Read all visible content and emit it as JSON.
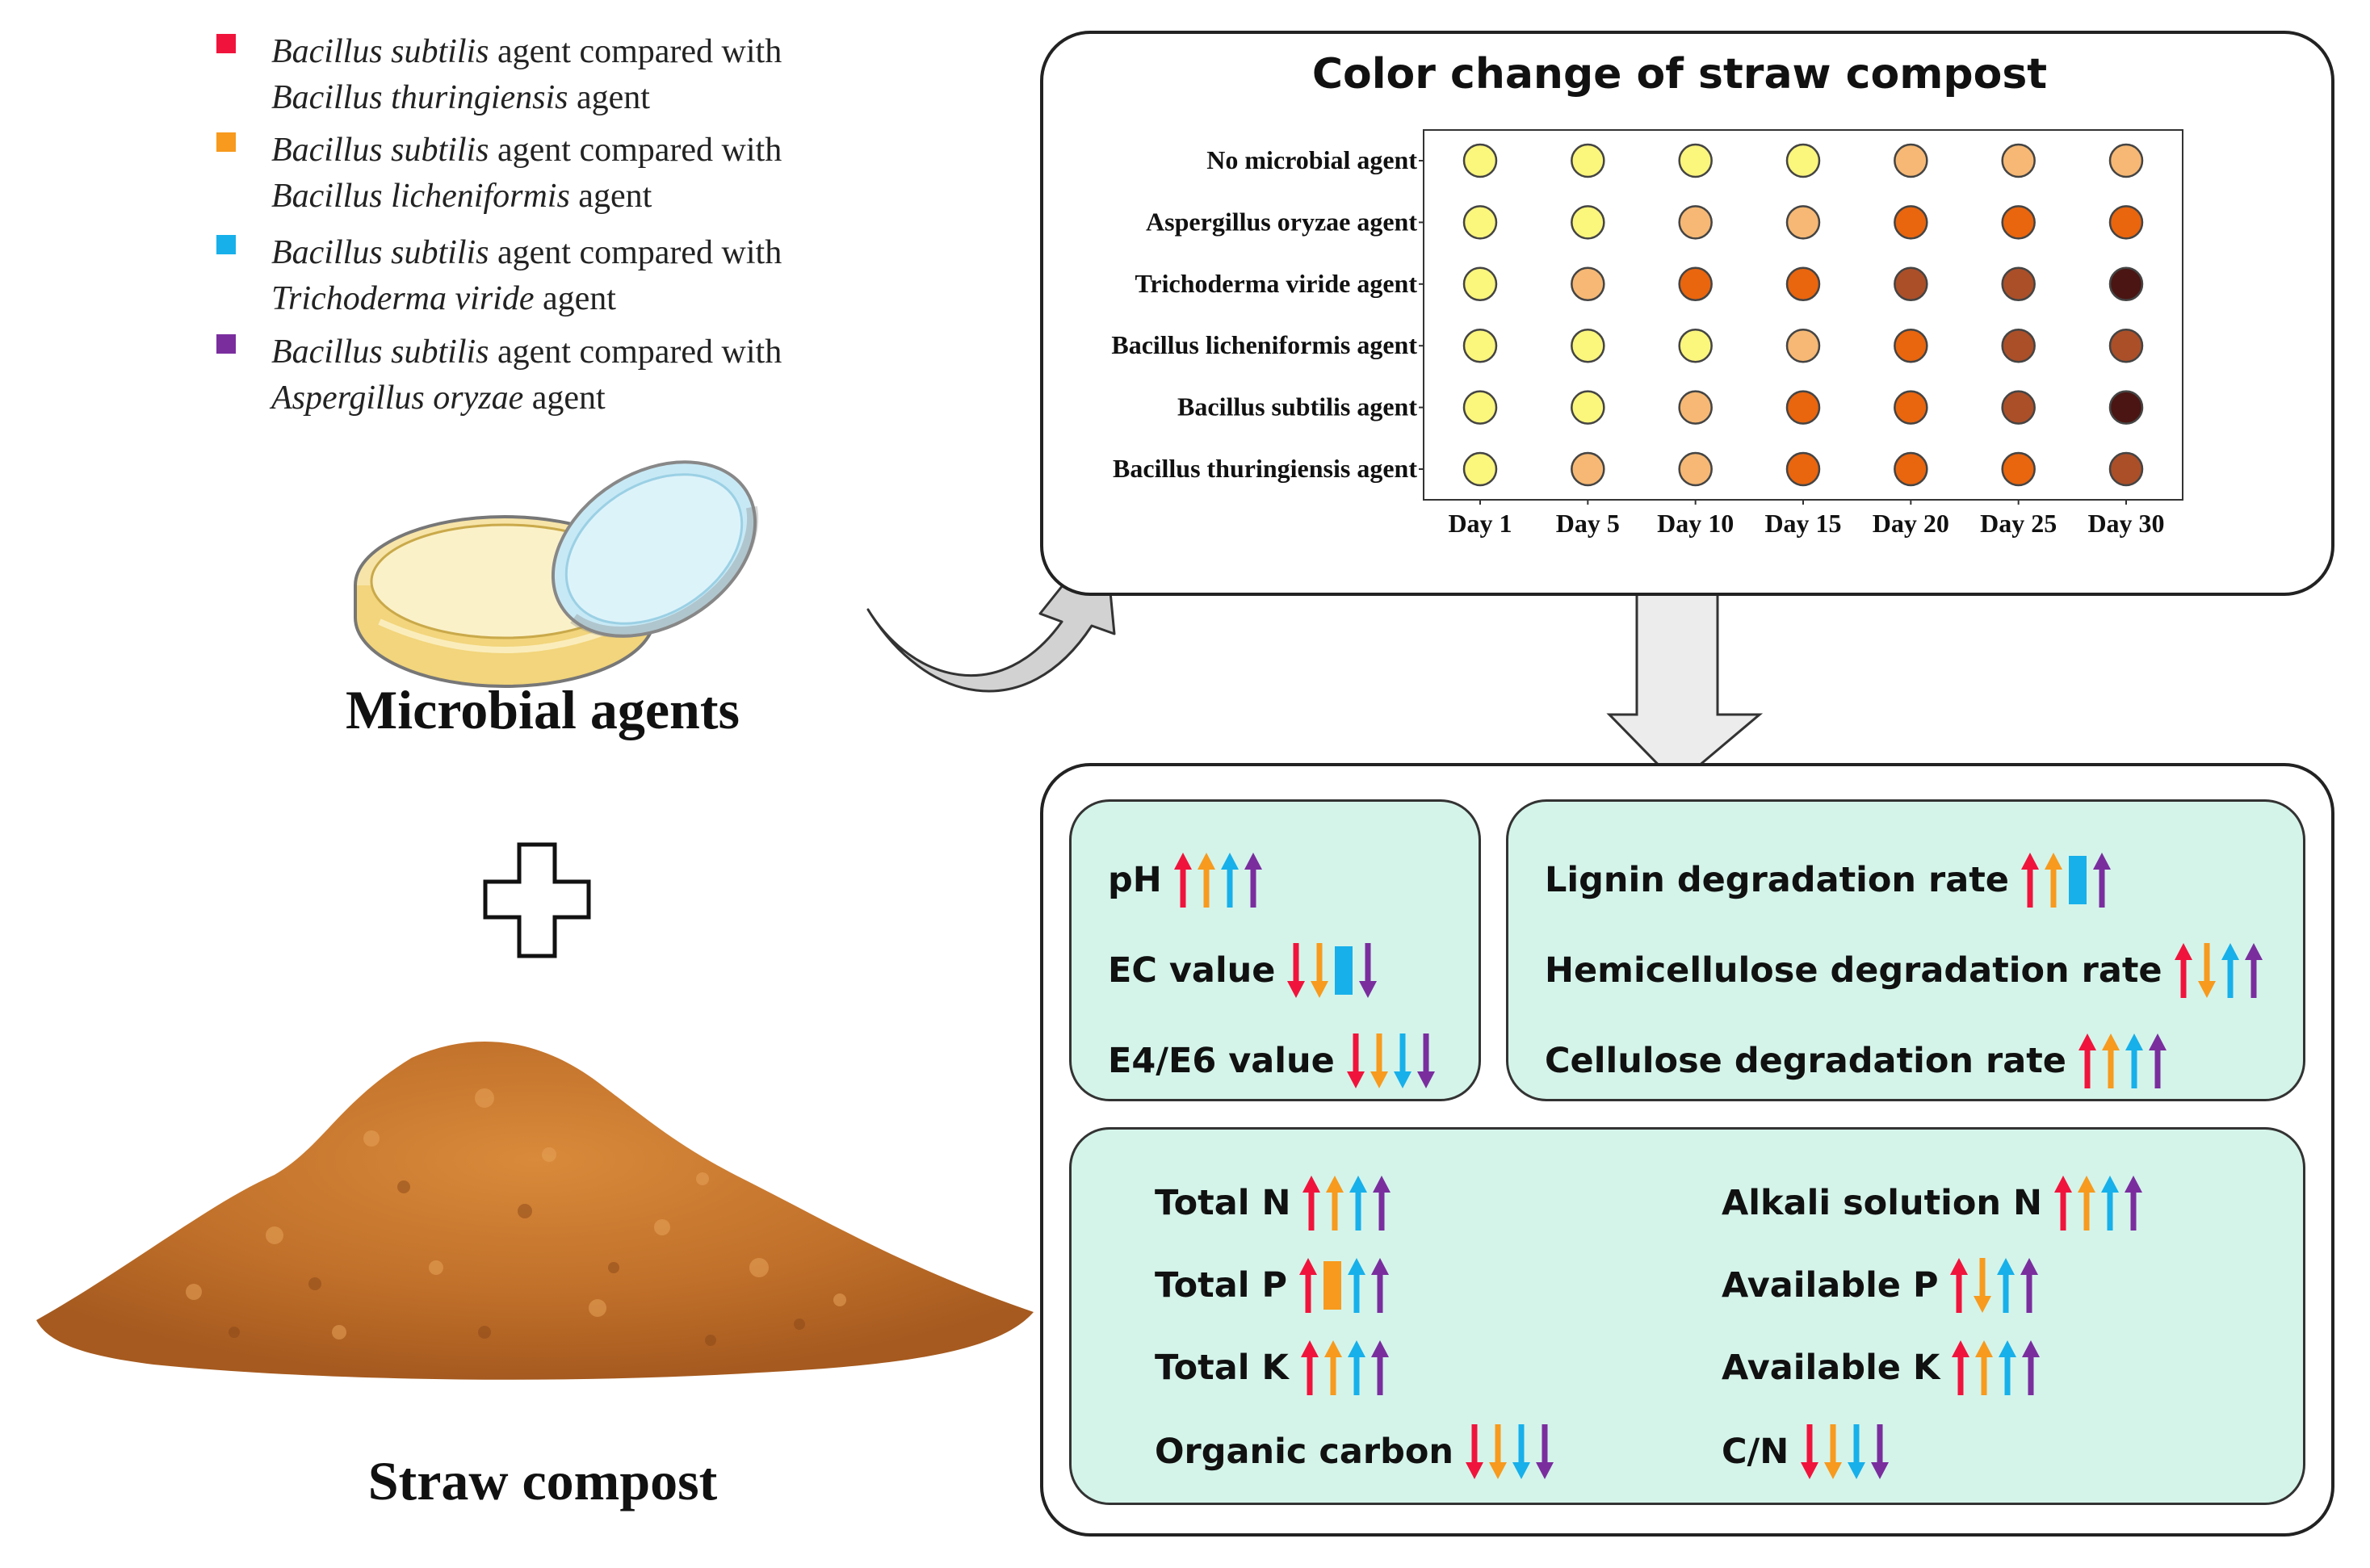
{
  "legend": [
    {
      "color": "#f0143c",
      "line1_italic": "Bacillus subtilis",
      "line1_rest": " agent compared with",
      "line2_italic": "Bacillus thuringiensis",
      "line2_rest": " agent"
    },
    {
      "color": "#f79a1e",
      "line1_italic": "Bacillus subtilis",
      "line1_rest": " agent compared with",
      "line2_italic": "Bacillus licheniformis",
      "line2_rest": " agent"
    },
    {
      "color": "#17b0ea",
      "line1_italic": "Bacillus subtilis",
      "line1_rest": " agent compared with",
      "line2_italic": "Trichoderma viride",
      "line2_rest": " agent"
    },
    {
      "color": "#7a2e9e",
      "line1_italic": "Bacillus subtilis",
      "line1_rest": " agent compared with",
      "line2_italic": "Aspergillus oryzae",
      "line2_rest": " agent"
    }
  ],
  "labels": {
    "microbial_agents": "Microbial agents",
    "straw_compost": "Straw compost"
  },
  "colors": {
    "up": "#f0143c",
    "red": "#f0143c",
    "orange": "#f79a1e",
    "blue": "#17b0ea",
    "purple": "#7a2e9e",
    "box_fill": "#d4f4ea"
  },
  "chart_data": {
    "type": "dot-matrix",
    "title": "Color change of straw compost",
    "rows": [
      "No microbial agent",
      "Aspergillus oryzae agent",
      "Trichoderma viride agent",
      "Bacillus licheniformis agent",
      "Bacillus subtilis agent",
      "Bacillus thuringiensis agent"
    ],
    "columns": [
      "Day 1",
      "Day 5",
      "Day 10",
      "Day 15",
      "Day 20",
      "Day 25",
      "Day 30"
    ],
    "palette": {
      "Y": "#fbf67c",
      "P": "#f6b874",
      "O": "#e9650e",
      "B": "#ab4f28",
      "D": "#4a1512"
    },
    "cells": [
      [
        "Y",
        "Y",
        "Y",
        "Y",
        "P",
        "P",
        "P"
      ],
      [
        "Y",
        "Y",
        "P",
        "P",
        "O",
        "O",
        "O"
      ],
      [
        "Y",
        "P",
        "O",
        "O",
        "B",
        "B",
        "D"
      ],
      [
        "Y",
        "Y",
        "Y",
        "P",
        "O",
        "B",
        "B"
      ],
      [
        "Y",
        "Y",
        "P",
        "O",
        "O",
        "B",
        "D"
      ],
      [
        "Y",
        "P",
        "P",
        "O",
        "O",
        "O",
        "B"
      ]
    ]
  },
  "metrics": {
    "box1": [
      {
        "label": "pH",
        "arrows": [
          "up",
          "up",
          "up",
          "up"
        ]
      },
      {
        "label": "EC value",
        "arrows": [
          "down",
          "down",
          "bar",
          "down"
        ]
      },
      {
        "label": "E4/E6 value",
        "arrows": [
          "down",
          "down",
          "down",
          "down"
        ]
      }
    ],
    "box2": [
      {
        "label": "Lignin degradation rate",
        "arrows": [
          "up",
          "up",
          "bar",
          "up"
        ]
      },
      {
        "label": "Hemicellulose degradation rate",
        "arrows": [
          "up",
          "down",
          "up",
          "up"
        ]
      },
      {
        "label": "Cellulose degradation rate",
        "arrows": [
          "up",
          "up",
          "up",
          "up"
        ]
      }
    ],
    "box3_left": [
      {
        "label": "Total N",
        "arrows": [
          "up",
          "up",
          "up",
          "up"
        ]
      },
      {
        "label": "Total P",
        "arrows": [
          "up",
          "bar",
          "up",
          "up"
        ]
      },
      {
        "label": "Total K",
        "arrows": [
          "up",
          "up",
          "up",
          "up"
        ]
      },
      {
        "label": "Organic carbon",
        "arrows": [
          "down",
          "down",
          "down",
          "down"
        ]
      }
    ],
    "box3_right": [
      {
        "label": "Alkali solution N",
        "arrows": [
          "up",
          "up",
          "up",
          "up"
        ]
      },
      {
        "label": "Available P",
        "arrows": [
          "up",
          "down",
          "up",
          "up"
        ]
      },
      {
        "label": "Available K",
        "arrows": [
          "up",
          "up",
          "up",
          "up"
        ]
      },
      {
        "label": "C/N",
        "arrows": [
          "down",
          "down",
          "down",
          "down"
        ]
      }
    ]
  }
}
